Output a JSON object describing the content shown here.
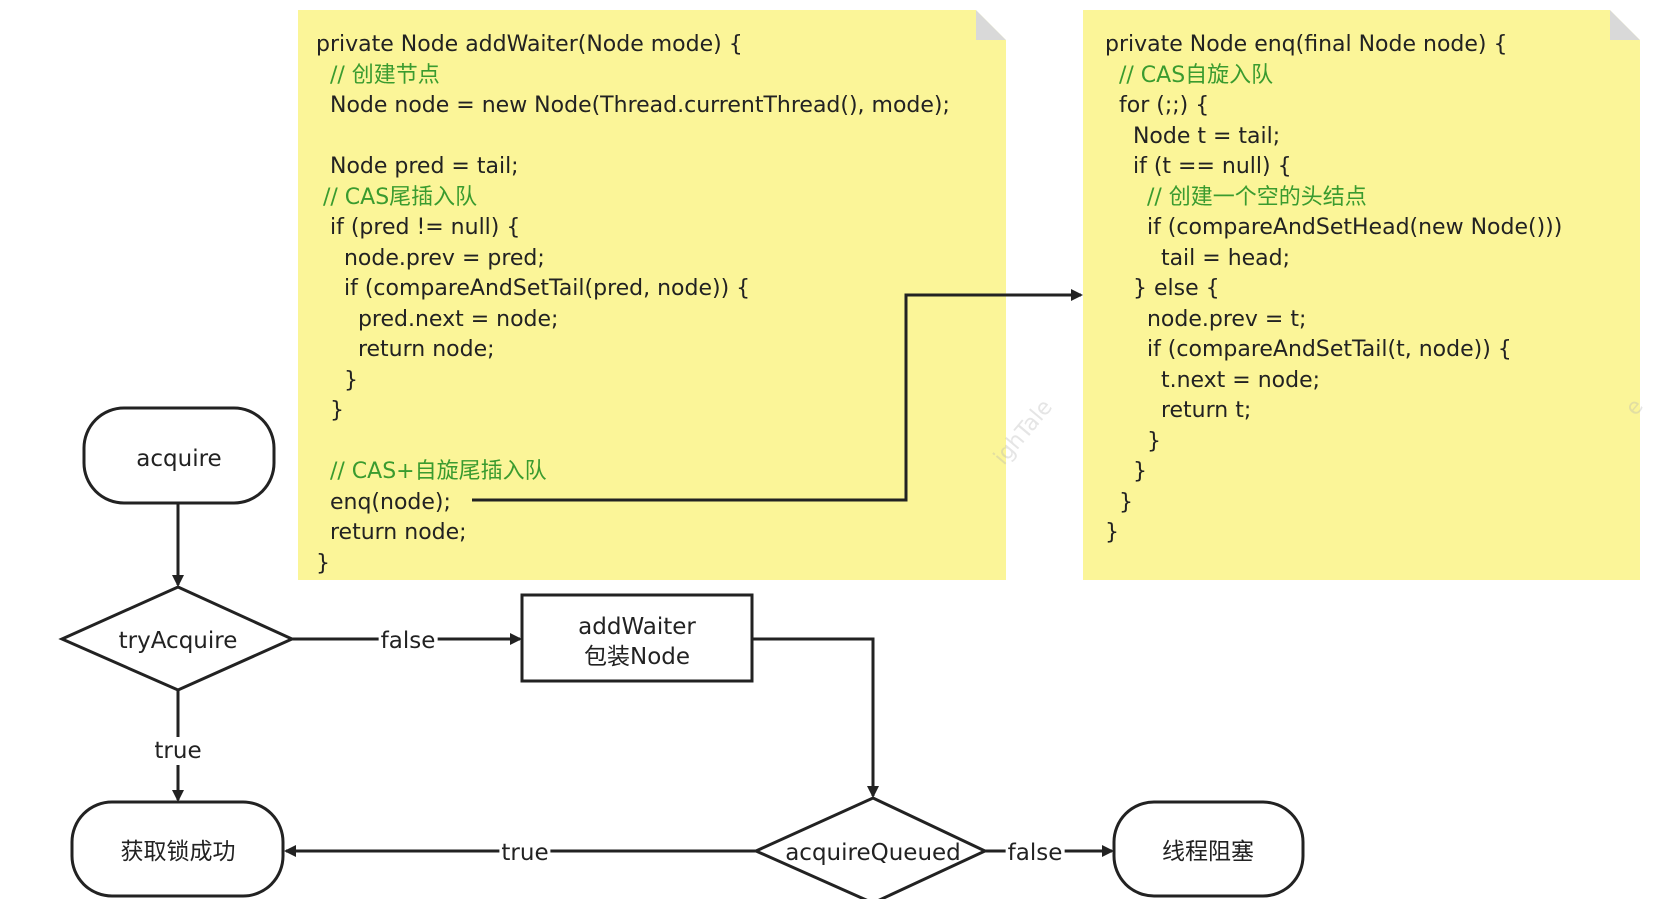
{
  "code_left": {
    "lines": [
      {
        "text": "private Node addWaiter(Node mode) {",
        "comment": false
      },
      {
        "text": "  // 创建节点",
        "comment": true
      },
      {
        "text": "  Node node = new Node(Thread.currentThread(), mode);",
        "comment": false
      },
      {
        "text": "",
        "comment": false
      },
      {
        "text": "  Node pred = tail;",
        "comment": false
      },
      {
        "text": " // CAS尾插入队",
        "comment": true
      },
      {
        "text": "  if (pred != null) {",
        "comment": false
      },
      {
        "text": "    node.prev = pred;",
        "comment": false
      },
      {
        "text": "    if (compareAndSetTail(pred, node)) {",
        "comment": false
      },
      {
        "text": "      pred.next = node;",
        "comment": false
      },
      {
        "text": "      return node;",
        "comment": false
      },
      {
        "text": "    }",
        "comment": false
      },
      {
        "text": "  }",
        "comment": false
      },
      {
        "text": "",
        "comment": false
      },
      {
        "text": "  // CAS+自旋尾插入队",
        "comment": true
      },
      {
        "text": "  enq(node);",
        "comment": false
      },
      {
        "text": "  return node;",
        "comment": false
      },
      {
        "text": "}",
        "comment": false
      }
    ]
  },
  "code_right": {
    "lines": [
      {
        "text": "private Node enq(final Node node) {",
        "comment": false
      },
      {
        "text": "  // CAS自旋入队",
        "comment": true
      },
      {
        "text": "  for (;;) {",
        "comment": false
      },
      {
        "text": "    Node t = tail;",
        "comment": false
      },
      {
        "text": "    if (t == null) {",
        "comment": false
      },
      {
        "text": "      // 创建一个空的头结点",
        "comment": true
      },
      {
        "text": "      if (compareAndSetHead(new Node()))",
        "comment": false
      },
      {
        "text": "        tail = head;",
        "comment": false
      },
      {
        "text": "    } else {",
        "comment": false
      },
      {
        "text": "      node.prev = t;",
        "comment": false
      },
      {
        "text": "      if (compareAndSetTail(t, node)) {",
        "comment": false
      },
      {
        "text": "        t.next = node;",
        "comment": false
      },
      {
        "text": "        return t;",
        "comment": false
      },
      {
        "text": "      }",
        "comment": false
      },
      {
        "text": "    }",
        "comment": false
      },
      {
        "text": "  }",
        "comment": false
      },
      {
        "text": "}",
        "comment": false
      }
    ]
  },
  "flow": {
    "acquire": "acquire",
    "tryAcquire": "tryAcquire",
    "addWaiter_line1": "addWaiter",
    "addWaiter_line2": "包装Node",
    "acquireQueued": "acquireQueued",
    "success": "获取锁成功",
    "blocked": "线程阻塞",
    "edge_false_1": "false",
    "edge_true_1": "true",
    "edge_true_2": "true",
    "edge_false_2": "false"
  },
  "colors": {
    "note_bg": "#fbf598",
    "comment": "#3a9b2f",
    "stroke": "#222222"
  }
}
